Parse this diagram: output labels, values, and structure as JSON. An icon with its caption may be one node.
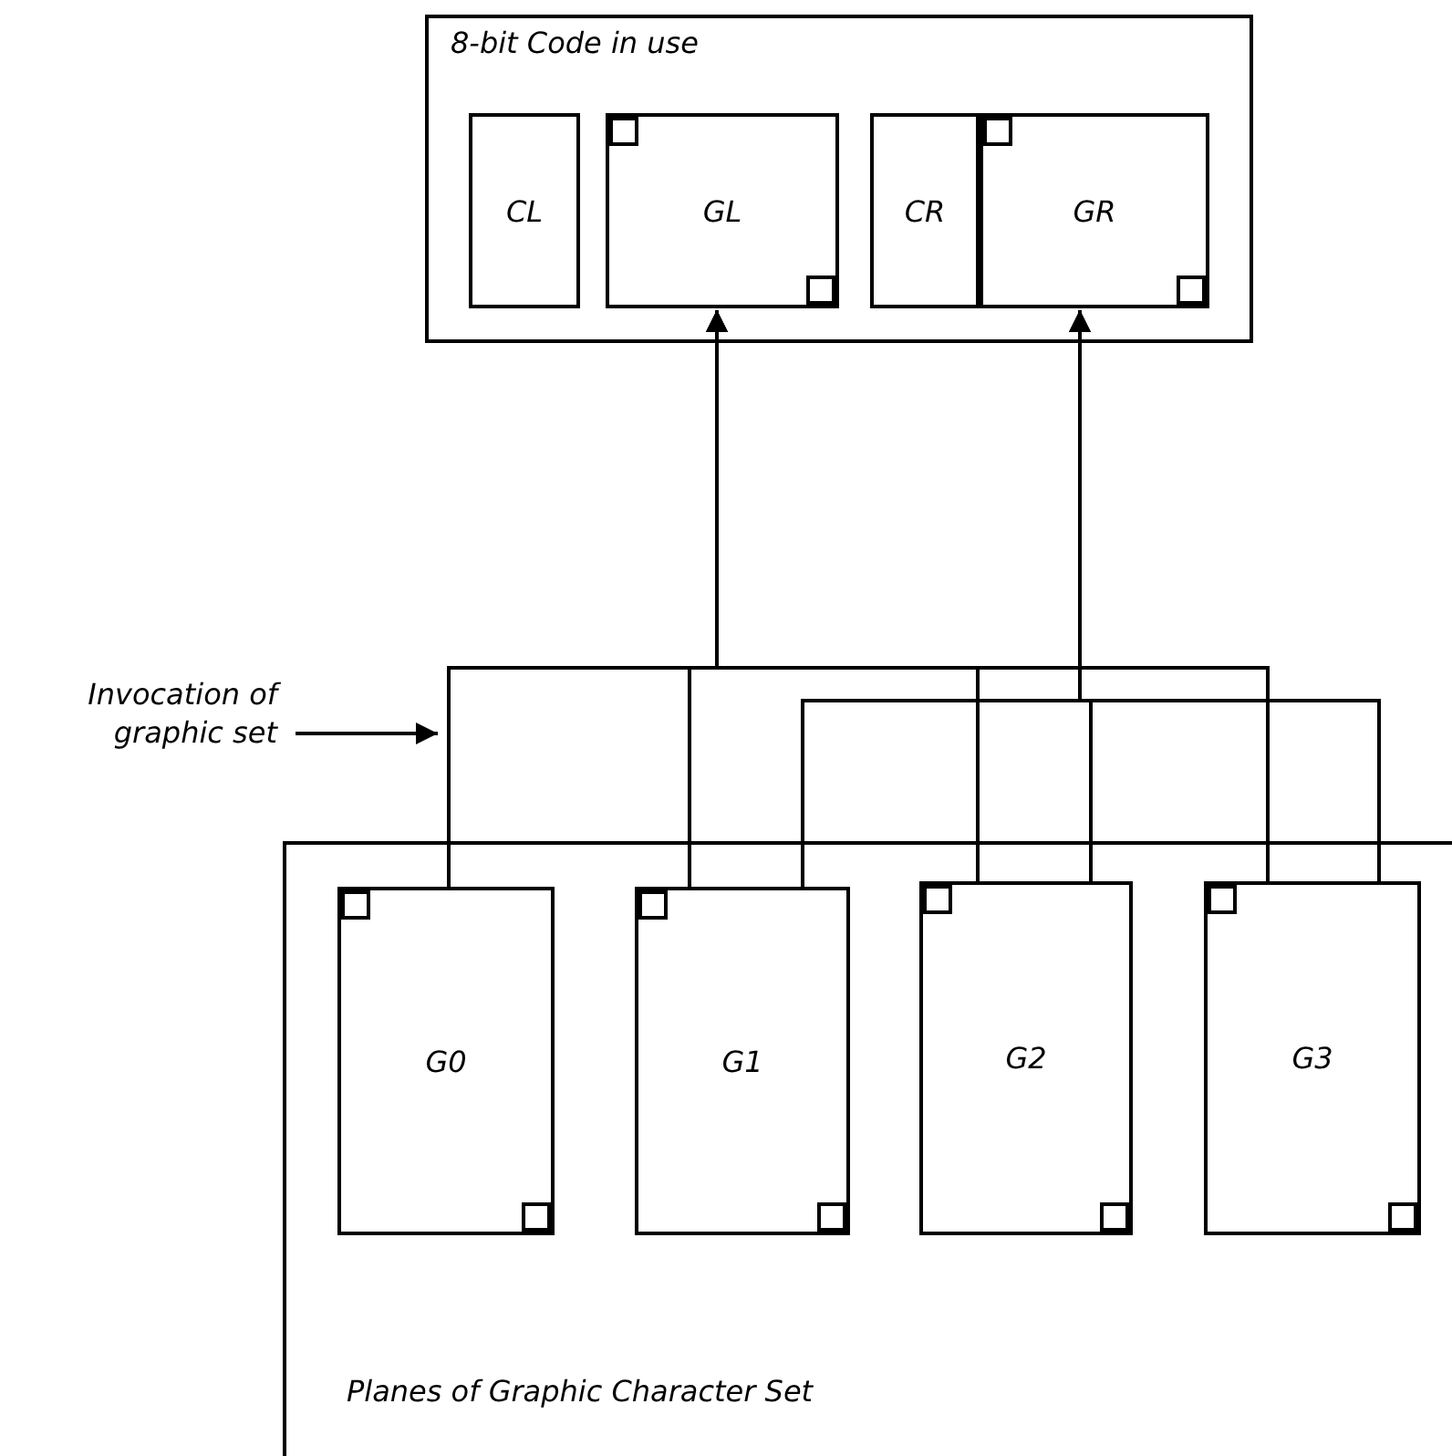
{
  "diagram": {
    "nodes": [
      {
        "text": [
          "8-bit Code in use"
        ]
      },
      {
        "text": [
          "CL"
        ],
        "in": 0
      },
      {
        "text": [
          "GL"
        ],
        "in": 0
      },
      {
        "text": [
          "CR"
        ],
        "in": 0
      },
      {
        "text": [
          "GR"
        ],
        "in": 0
      },
      {
        "text": [
          "Invocation of graphic set"
        ]
      },
      {
        "text": [
          "Planes of Graphic Character Set"
        ]
      },
      {
        "text": [
          "G0"
        ],
        "in": 6
      },
      {
        "text": [
          "G1"
        ],
        "in": 6
      },
      {
        "text": [
          "G2"
        ],
        "in": 6
      },
      {
        "text": [
          "G3"
        ],
        "in": 6
      }
    ],
    "edges": [
      {
        "from": 7,
        "to": 2,
        "arrow": "to"
      },
      {
        "from": 8,
        "to": 2,
        "arrow": "to"
      },
      {
        "from": 9,
        "to": 2,
        "arrow": "to"
      },
      {
        "from": 10,
        "to": 2,
        "arrow": "to"
      },
      {
        "from": 8,
        "to": 4,
        "arrow": "to"
      },
      {
        "from": 9,
        "to": 4,
        "arrow": "to"
      },
      {
        "from": 10,
        "to": 4,
        "arrow": "to"
      },
      {
        "from": 5,
        "to": null,
        "arrow": "to"
      }
    ]
  }
}
